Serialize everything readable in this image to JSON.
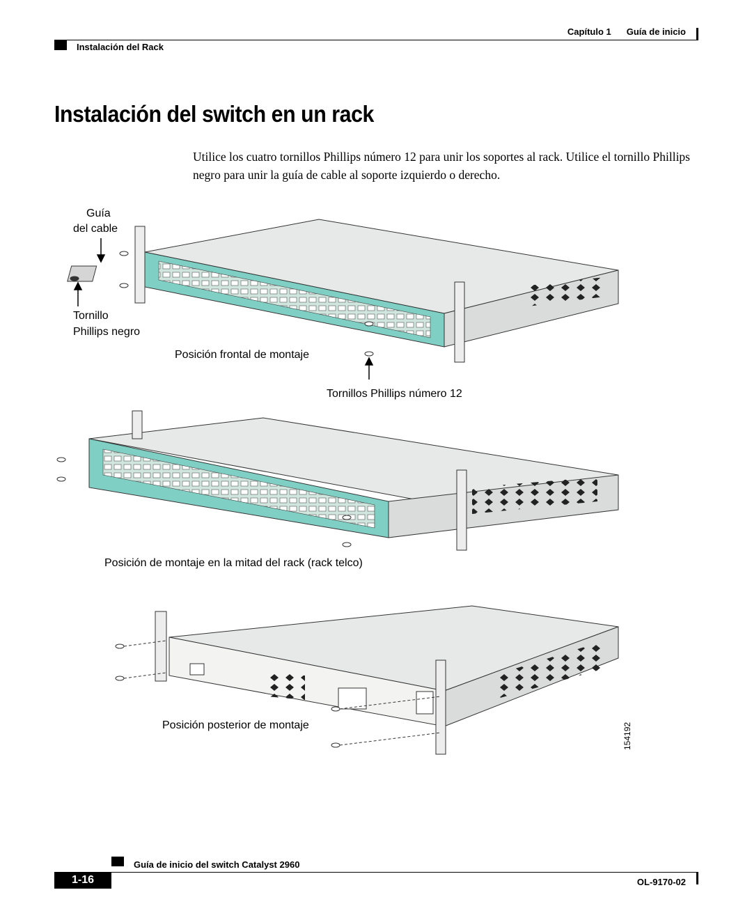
{
  "header": {
    "chapter": "Capítulo 1",
    "chapter_title": "Guía de inicio",
    "section": "Instalación del Rack"
  },
  "title": "Instalación del switch en un rack",
  "intro": "Utilice los cuatro tornillos Phillips número 12 para unir los soportes al rack. Utilice el tornillo Phillips negro para unir la guía de cable al soporte izquierdo o derecho.",
  "figure": {
    "labels": {
      "cable_guide_1": "Guía",
      "cable_guide_2": "del cable",
      "black_screw_1": "Tornillo",
      "black_screw_2": "Phillips negro",
      "front_mount": "Posición frontal de montaje",
      "screws_12": "Tornillos Phillips número 12",
      "mid_mount": "Posición de montaje en la mitad del rack (rack telco)",
      "rear_mount": "Posición posterior de montaje",
      "figure_id": "154192"
    }
  },
  "footer": {
    "guide_title": "Guía de inicio del switch Catalyst 2960",
    "page_number": "1-16",
    "doc_number": "OL-9170-02"
  }
}
